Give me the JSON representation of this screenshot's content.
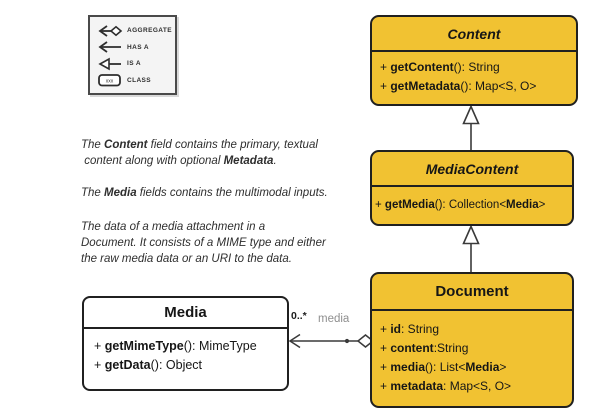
{
  "colors": {
    "class_fill": "#F1C232",
    "class_border": "#202020",
    "white_fill": "#ffffff",
    "legend_bg": "#f4f4f4",
    "role_label": "#8f8f8f",
    "text": "#161616"
  },
  "legend": {
    "items": [
      {
        "icon": "aggregate-icon",
        "label": "AGGREGATE"
      },
      {
        "icon": "has-a-icon",
        "label": "HAS A"
      },
      {
        "icon": "is-a-icon",
        "label": "IS A"
      },
      {
        "icon": "class-icon",
        "label": "CLASS",
        "icon_text": "xxx"
      }
    ]
  },
  "notes": {
    "p1": [
      {
        "t": "The "
      },
      {
        "t": "Content",
        "b": 1
      },
      {
        "t": " field contains the primary, textual\n content along with optional "
      },
      {
        "t": "Metadata",
        "b": 1
      },
      {
        "t": "."
      }
    ],
    "p2": [
      {
        "t": "The "
      },
      {
        "t": "Media",
        "b": 1
      },
      {
        "t": " fields contains the multimodal inputs."
      }
    ],
    "p3": [
      {
        "t": "The data of a media attachment in a\nDocument. It consists of a MIME type and either\nthe raw media data or an URI to the data."
      }
    ]
  },
  "classes": {
    "content": {
      "name": "Content",
      "members": [
        [
          {
            "t": "+ "
          },
          {
            "t": "getContent",
            "b": 1
          },
          {
            "t": "(): String"
          }
        ],
        [
          {
            "t": "+ "
          },
          {
            "t": "getMetadata",
            "b": 1
          },
          {
            "t": "(): Map<S, O>"
          }
        ]
      ]
    },
    "media_content": {
      "name": "MediaContent",
      "members": [
        [
          {
            "t": "+ "
          },
          {
            "t": "getMedia",
            "b": 1
          },
          {
            "t": "(): Collection<"
          },
          {
            "t": "Media",
            "b": 1
          },
          {
            "t": ">"
          }
        ]
      ]
    },
    "document": {
      "name": "Document",
      "members": [
        [
          {
            "t": "+ "
          },
          {
            "t": "id",
            "b": 1
          },
          {
            "t": ": String"
          }
        ],
        [
          {
            "t": "+ "
          },
          {
            "t": "content",
            "b": 1
          },
          {
            "t": ":String"
          }
        ],
        [
          {
            "t": "+ "
          },
          {
            "t": "media",
            "b": 1
          },
          {
            "t": "(): List<"
          },
          {
            "t": "Media",
            "b": 1
          },
          {
            "t": ">"
          }
        ],
        [
          {
            "t": "+ "
          },
          {
            "t": "metadata",
            "b": 1
          },
          {
            "t": ": Map<S, O>"
          }
        ]
      ]
    },
    "media": {
      "name": "Media",
      "members": [
        [
          {
            "t": "+ "
          },
          {
            "t": "getMimeType",
            "b": 1
          },
          {
            "t": "(): MimeType"
          }
        ],
        [
          {
            "t": "+ "
          },
          {
            "t": "getData",
            "b": 1
          },
          {
            "t": "(): Object"
          }
        ]
      ]
    }
  },
  "relations": {
    "media_aggregation": {
      "multiplicity": "0..*",
      "role": "media"
    }
  }
}
